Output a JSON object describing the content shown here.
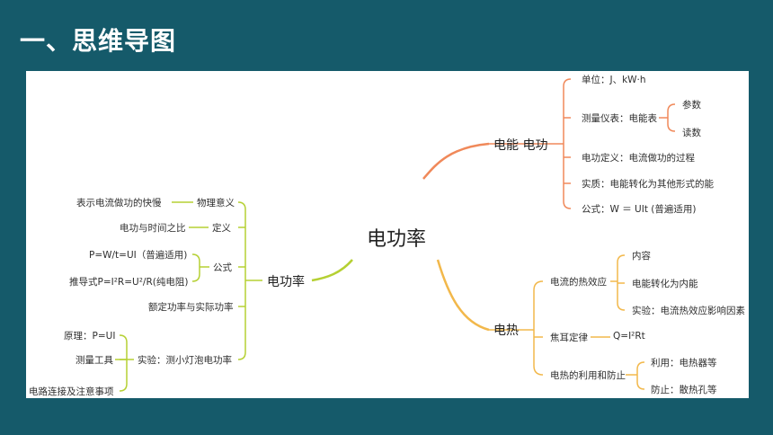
{
  "title": "一、思维导图",
  "colors": {
    "background": "#155a6a",
    "orange_branch": "#f0895a",
    "yellow_branch": "#f2b84b",
    "green_branch": "#b5d033"
  },
  "mindmap": {
    "root": "电功率",
    "energy": {
      "label": "电能 电功",
      "unit": "单位：J、kW·h",
      "meter": "测量仪表：电能表",
      "meter_params": "参数",
      "meter_reading": "读数",
      "definition": "电功定义：电流做功的过程",
      "essence": "实质：电能转化为其他形式的能",
      "formula": "公式：W ＝ UIt (普遍适用)"
    },
    "heat": {
      "label": "电热",
      "effect": "电流的热效应",
      "effect_content": "内容",
      "effect_conversion": "电能转化为内能",
      "effect_experiment": "实验：电流热效应影响因素",
      "joule": "焦耳定律",
      "joule_formula": "Q=I²Rt",
      "use": "电热的利用和防止",
      "use_utilize": "利用：电热器等",
      "use_prevent": "防止：散热孔等"
    },
    "power": {
      "label": "电功率",
      "meaning": "物理意义",
      "meaning_desc": "表示电流做功的快慢",
      "definition": "定义",
      "definition_desc": "电功与时间之比",
      "formula": "公式",
      "formula_general": "P=W/t=UI（普遍适用)",
      "formula_derived": "推导式P=I²R=U²/R(纯电阻)",
      "rated": "额定功率与实际功率",
      "experiment": "实验：测小灯泡电功率",
      "exp_principle": "原理：P=UI",
      "exp_tools": "测量工具",
      "exp_circuit": "电路连接及注意事项"
    }
  }
}
